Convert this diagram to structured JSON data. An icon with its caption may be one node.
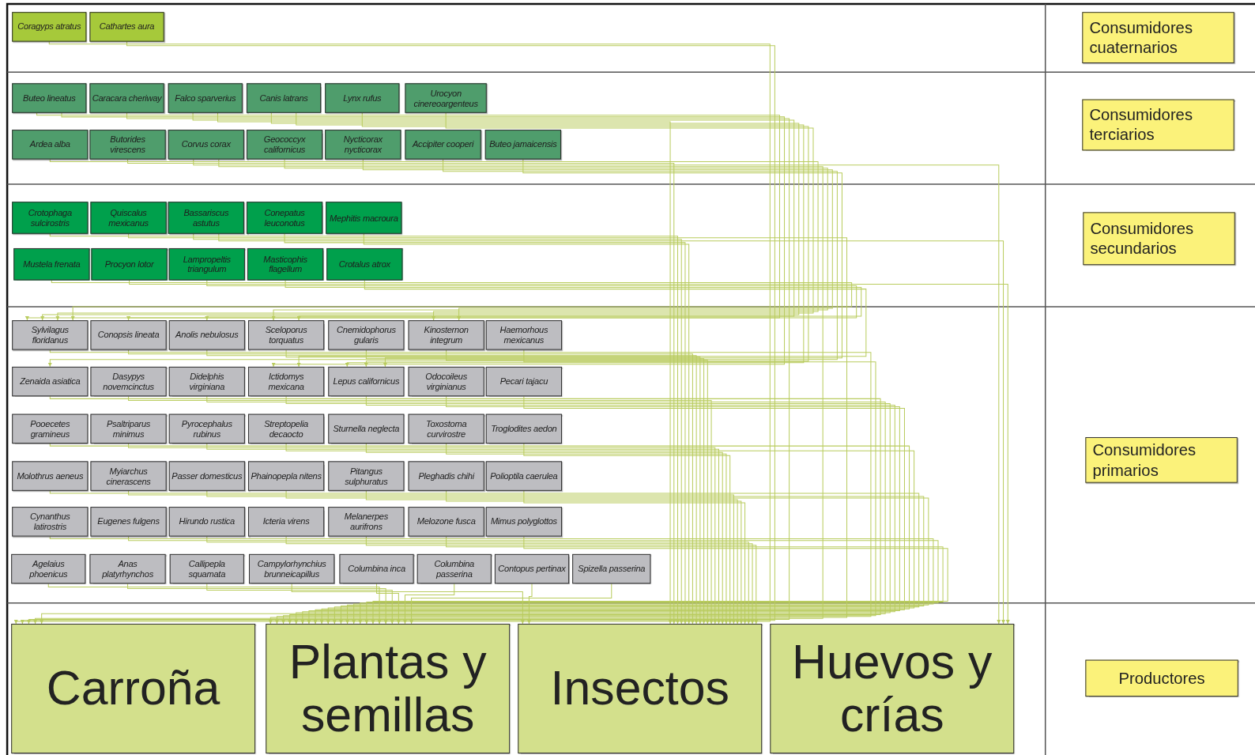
{
  "diagram": {
    "nodes": [
      {
        "text": [
          "Coragyps atratus"
        ]
      },
      {
        "text": [
          "Cathartes aura"
        ]
      },
      {
        "text": [
          "Consumidores cuaternarios"
        ]
      },
      {
        "text": [
          "Buteo lineatus"
        ]
      },
      {
        "text": [
          "Caracara cheriway"
        ]
      },
      {
        "text": [
          "Falco sparverius"
        ]
      },
      {
        "text": [
          "Canis latrans"
        ]
      },
      {
        "text": [
          "Lynx rufus"
        ]
      },
      {
        "text": [
          "Urocyon cinereoargenteus"
        ]
      },
      {
        "text": [
          "Ardea alba"
        ]
      },
      {
        "text": [
          "Butorides virescens"
        ]
      },
      {
        "text": [
          "Corvus corax"
        ]
      },
      {
        "text": [
          "Geococcyx californicus"
        ]
      },
      {
        "text": [
          "Nycticorax nycticorax"
        ]
      },
      {
        "text": [
          "Accipiter cooperi"
        ]
      },
      {
        "text": [
          "Buteo jamaicensis"
        ]
      },
      {
        "text": [
          "Consumidores terciarios"
        ]
      },
      {
        "text": [
          "Crotophaga sulcirostris"
        ]
      },
      {
        "text": [
          "Quiscalus mexicanus"
        ]
      },
      {
        "text": [
          "Bassariscus astutus"
        ]
      },
      {
        "text": [
          "Conepatus leuconotus"
        ]
      },
      {
        "text": [
          "Mephitis macroura"
        ]
      },
      {
        "text": [
          "Mustela frenata"
        ]
      },
      {
        "text": [
          "Procyon lotor"
        ]
      },
      {
        "text": [
          "Lampropeltis triangulum"
        ]
      },
      {
        "text": [
          "Masticophis flagellum"
        ]
      },
      {
        "text": [
          "Crotalus atrox"
        ]
      },
      {
        "text": [
          "Consumidores secundarios"
        ]
      },
      {
        "text": [
          "Sylvilagus floridanus"
        ]
      },
      {
        "text": [
          "Conopsis lineata"
        ]
      },
      {
        "text": [
          "Anolis nebulosus"
        ]
      },
      {
        "text": [
          "Sceloporus torquatus"
        ]
      },
      {
        "text": [
          "Cnemidophorus gularis"
        ]
      },
      {
        "text": [
          "Kinosternon integrum"
        ]
      },
      {
        "text": [
          "Haemorhous mexicanus"
        ]
      },
      {
        "text": [
          "Zenaida asiatica"
        ]
      },
      {
        "text": [
          "Dasypys novemcinctus"
        ]
      },
      {
        "text": [
          "Didelphis virginiana"
        ]
      },
      {
        "text": [
          "Ictidomys mexicana"
        ]
      },
      {
        "text": [
          "Lepus californicus"
        ]
      },
      {
        "text": [
          "Odocoileus virginianus"
        ]
      },
      {
        "text": [
          "Pecari tajacu"
        ]
      },
      {
        "text": [
          "Pooecetes gramineus"
        ]
      },
      {
        "text": [
          "Psaltriparus minimus"
        ]
      },
      {
        "text": [
          "Pyrocephalus rubinus"
        ]
      },
      {
        "text": [
          "Streptopelia decaocto"
        ]
      },
      {
        "text": [
          "Sturnella neglecta"
        ]
      },
      {
        "text": [
          "Toxostoma curvirostre"
        ]
      },
      {
        "text": [
          "Troglodites aedon"
        ]
      },
      {
        "text": [
          "Molothrus aeneus"
        ]
      },
      {
        "text": [
          "Myiarchus cinerascens"
        ]
      },
      {
        "text": [
          "Passer domesticus"
        ]
      },
      {
        "text": [
          "Phainopepla nitens"
        ]
      },
      {
        "text": [
          "Pitangus sulphuratus"
        ]
      },
      {
        "text": [
          "Pleghadis chihi"
        ]
      },
      {
        "text": [
          "Polioptila caerulea"
        ]
      },
      {
        "text": [
          "Cynanthus latirostris"
        ]
      },
      {
        "text": [
          "Eugenes fulgens"
        ]
      },
      {
        "text": [
          "Hirundo rustica"
        ]
      },
      {
        "text": [
          "Icteria virens"
        ]
      },
      {
        "text": [
          "Melanerpes aurifrons"
        ]
      },
      {
        "text": [
          "Melozone fusca"
        ]
      },
      {
        "text": [
          "Mimus polyglottos"
        ]
      },
      {
        "text": [
          "Agelaius phoenicus"
        ]
      },
      {
        "text": [
          "Anas platyrhynchos"
        ]
      },
      {
        "text": [
          "Callipepla squamata"
        ]
      },
      {
        "text": [
          "Campylorhynchius brunneicapillus"
        ]
      },
      {
        "text": [
          "Columbina inca"
        ]
      },
      {
        "text": [
          "Columbina passerina"
        ]
      },
      {
        "text": [
          "Contopus pertinax"
        ]
      },
      {
        "text": [
          "Spizella passerina"
        ]
      },
      {
        "text": [
          "Consumidores primarios"
        ]
      },
      {
        "text": [
          "Carroña"
        ]
      },
      {
        "text": [
          "Plantas y semillas"
        ]
      },
      {
        "text": [
          "Insectos"
        ]
      },
      {
        "text": [
          "Huevos y crías"
        ]
      },
      {
        "text": [
          "Productores"
        ]
      }
    ],
    "edges": [
      {
        "from": 0,
        "to": 72,
        "arrow": "to"
      },
      {
        "from": 1,
        "to": 72,
        "arrow": "to"
      },
      {
        "from": 3,
        "to": 28,
        "arrow": "to"
      },
      {
        "from": 3,
        "to": 38,
        "arrow": "to"
      },
      {
        "from": 4,
        "to": 72,
        "arrow": "to"
      },
      {
        "from": 5,
        "to": 30,
        "arrow": "to"
      },
      {
        "from": 5,
        "to": 74,
        "arrow": "to"
      },
      {
        "from": 6,
        "to": 28,
        "arrow": "to"
      },
      {
        "from": 6,
        "to": 39,
        "arrow": "to"
      },
      {
        "from": 7,
        "to": 39,
        "arrow": "to"
      },
      {
        "from": 8,
        "to": 28,
        "arrow": "to"
      },
      {
        "from": 9,
        "to": 33,
        "arrow": "to"
      },
      {
        "from": 10,
        "to": 74,
        "arrow": "to"
      },
      {
        "from": 11,
        "to": 75,
        "arrow": "to"
      },
      {
        "from": 11,
        "to": 72,
        "arrow": "to"
      },
      {
        "from": 12,
        "to": 31,
        "arrow": "to"
      },
      {
        "from": 13,
        "to": 33,
        "arrow": "to"
      },
      {
        "from": 14,
        "to": 35,
        "arrow": "to"
      },
      {
        "from": 15,
        "to": 39,
        "arrow": "to"
      },
      {
        "from": 17,
        "to": 74,
        "arrow": "to"
      },
      {
        "from": 18,
        "to": 73,
        "arrow": "to"
      },
      {
        "from": 19,
        "to": 74,
        "arrow": "to"
      },
      {
        "from": 19,
        "to": 75,
        "arrow": "to"
      },
      {
        "from": 20,
        "to": 74,
        "arrow": "to"
      },
      {
        "from": 21,
        "to": 74,
        "arrow": "to"
      },
      {
        "from": 22,
        "to": 28,
        "arrow": "to"
      },
      {
        "from": 23,
        "to": 75,
        "arrow": "to"
      },
      {
        "from": 24,
        "to": 29,
        "arrow": "to"
      },
      {
        "from": 25,
        "to": 31,
        "arrow": "to"
      },
      {
        "from": 26,
        "to": 38,
        "arrow": "to"
      },
      {
        "from": 28,
        "to": 73,
        "arrow": "to"
      },
      {
        "from": 29,
        "to": 74,
        "arrow": "to"
      },
      {
        "from": 30,
        "to": 74,
        "arrow": "to"
      },
      {
        "from": 31,
        "to": 74,
        "arrow": "to"
      },
      {
        "from": 32,
        "to": 74,
        "arrow": "to"
      },
      {
        "from": 33,
        "to": 74,
        "arrow": "to"
      },
      {
        "from": 34,
        "to": 73,
        "arrow": "to"
      },
      {
        "from": 35,
        "to": 73,
        "arrow": "to"
      },
      {
        "from": 36,
        "to": 74,
        "arrow": "to"
      },
      {
        "from": 37,
        "to": 72,
        "arrow": "to"
      },
      {
        "from": 38,
        "to": 73,
        "arrow": "to"
      },
      {
        "from": 39,
        "to": 73,
        "arrow": "to"
      },
      {
        "from": 40,
        "to": 73,
        "arrow": "to"
      },
      {
        "from": 41,
        "to": 73,
        "arrow": "to"
      },
      {
        "from": 42,
        "to": 73,
        "arrow": "to"
      },
      {
        "from": 43,
        "to": 74,
        "arrow": "to"
      },
      {
        "from": 44,
        "to": 74,
        "arrow": "to"
      },
      {
        "from": 45,
        "to": 73,
        "arrow": "to"
      },
      {
        "from": 46,
        "to": 74,
        "arrow": "to"
      },
      {
        "from": 47,
        "to": 74,
        "arrow": "to"
      },
      {
        "from": 48,
        "to": 74,
        "arrow": "to"
      },
      {
        "from": 49,
        "to": 73,
        "arrow": "to"
      },
      {
        "from": 50,
        "to": 74,
        "arrow": "to"
      },
      {
        "from": 51,
        "to": 73,
        "arrow": "to"
      },
      {
        "from": 52,
        "to": 73,
        "arrow": "to"
      },
      {
        "from": 53,
        "to": 74,
        "arrow": "to"
      },
      {
        "from": 54,
        "to": 74,
        "arrow": "to"
      },
      {
        "from": 55,
        "to": 74,
        "arrow": "to"
      },
      {
        "from": 56,
        "to": 73,
        "arrow": "to"
      },
      {
        "from": 57,
        "to": 73,
        "arrow": "to"
      },
      {
        "from": 58,
        "to": 74,
        "arrow": "to"
      },
      {
        "from": 59,
        "to": 74,
        "arrow": "to"
      },
      {
        "from": 60,
        "to": 74,
        "arrow": "to"
      },
      {
        "from": 61,
        "to": 73,
        "arrow": "to"
      },
      {
        "from": 62,
        "to": 73,
        "arrow": "to"
      },
      {
        "from": 63,
        "to": 73,
        "arrow": "to"
      },
      {
        "from": 64,
        "to": 73,
        "arrow": "to"
      },
      {
        "from": 65,
        "to": 73,
        "arrow": "to"
      },
      {
        "from": 66,
        "to": 74,
        "arrow": "to"
      },
      {
        "from": 67,
        "to": 73,
        "arrow": "to"
      },
      {
        "from": 68,
        "to": 73,
        "arrow": "to"
      },
      {
        "from": 69,
        "to": 74,
        "arrow": "to"
      },
      {
        "from": 70,
        "to": 73,
        "arrow": "to"
      }
    ]
  }
}
